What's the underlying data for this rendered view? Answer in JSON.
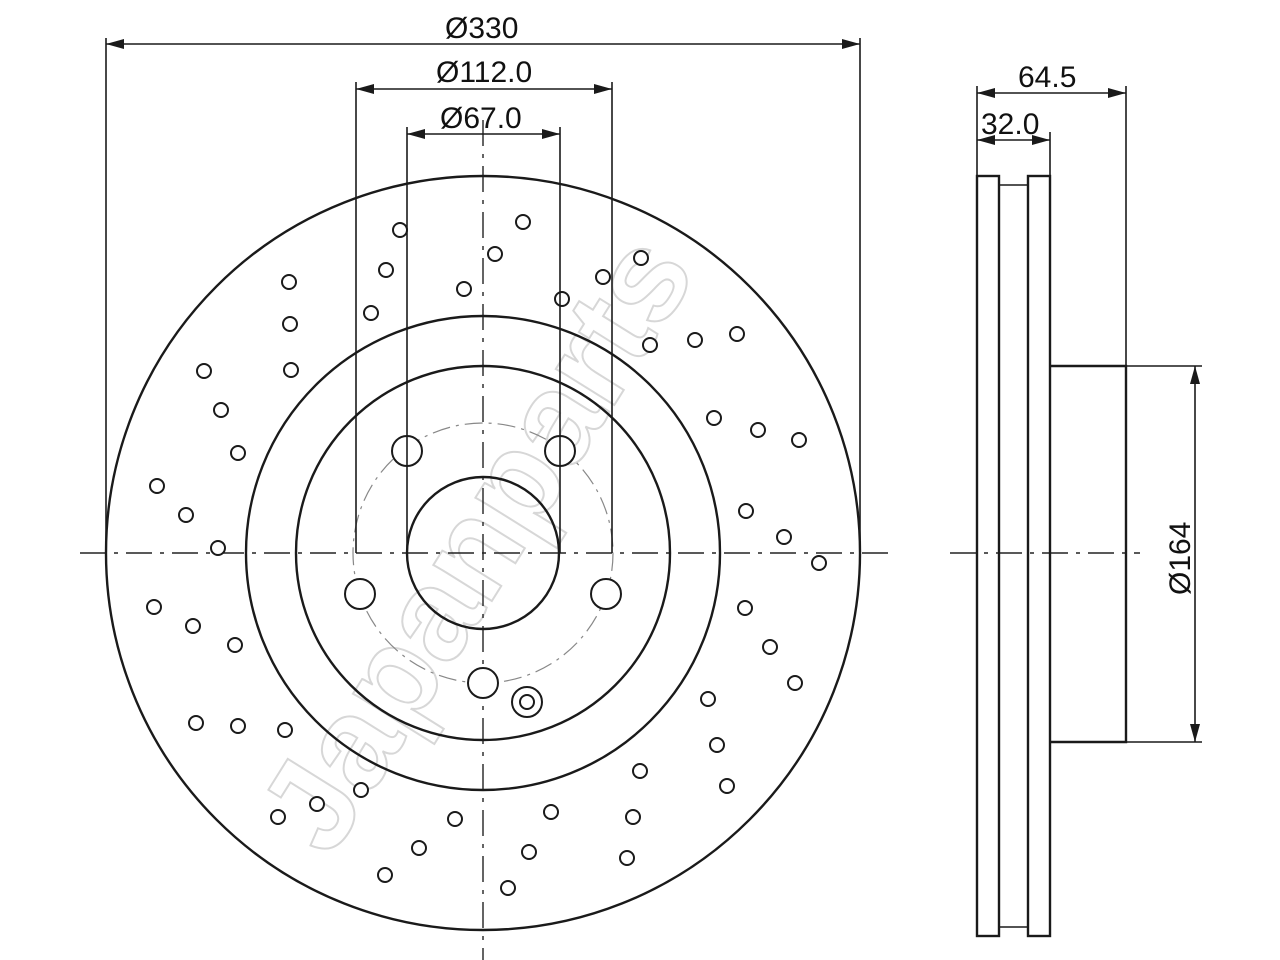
{
  "watermark": "Japanparts",
  "dimensions": {
    "outer_diameter": "Ø330",
    "centering_diameter": "Ø112.0",
    "center_bore": "Ø67.0",
    "total_height": "64.5",
    "thickness": "32.0",
    "hat_diameter": "Ø164"
  }
}
